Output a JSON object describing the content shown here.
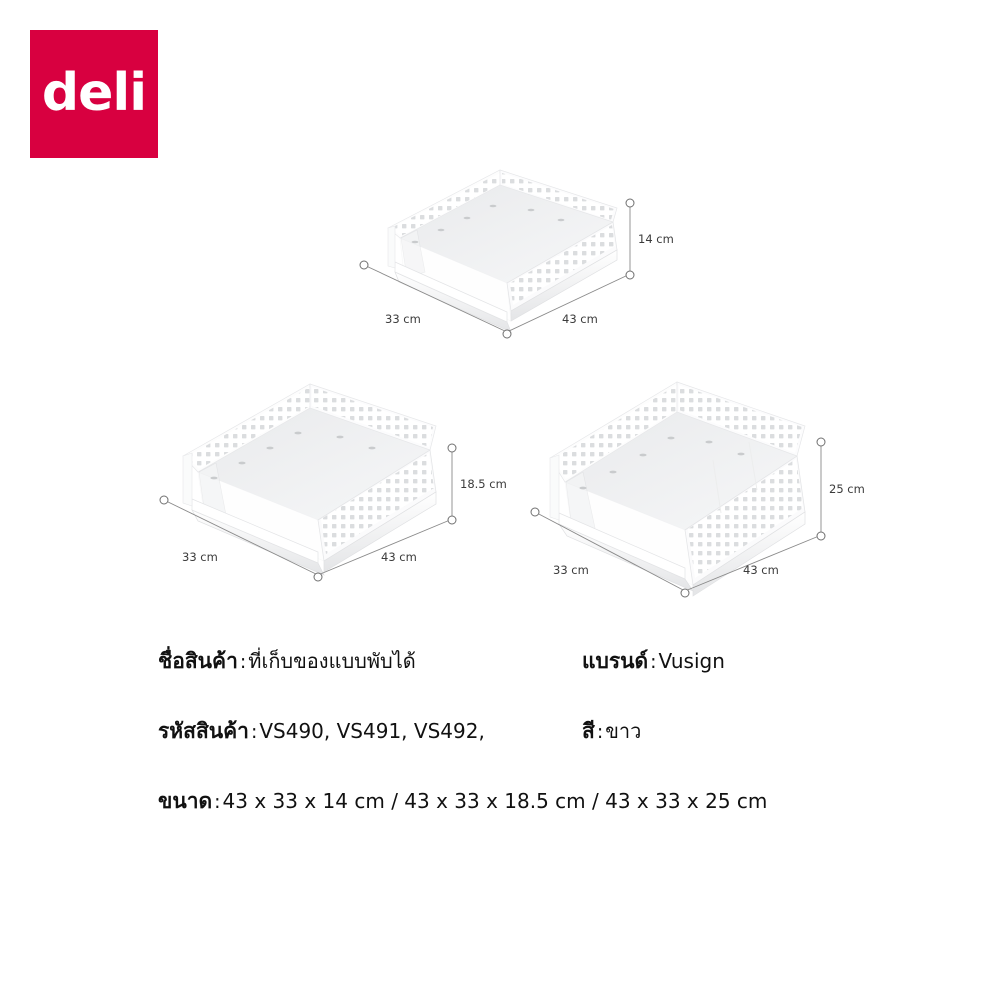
{
  "brand_logo": {
    "wordmark": "deli",
    "box_color": "#D80040",
    "text_color": "#FFFFFF"
  },
  "products": [
    {
      "id": "basket-14cm",
      "height_label": "14 cm",
      "depth_label": "33 cm",
      "width_label": "43 cm"
    },
    {
      "id": "basket-18-5cm",
      "height_label": "18.5 cm",
      "depth_label": "33 cm",
      "width_label": "43 cm"
    },
    {
      "id": "basket-25cm",
      "height_label": "25 cm",
      "depth_label": "33 cm",
      "width_label": "43 cm"
    }
  ],
  "specs": {
    "product_name": {
      "label": "ชื่อสินค้า",
      "sep": ":",
      "value": "ที่เก็บของแบบพับได้"
    },
    "brand": {
      "label": "แบรนด์",
      "sep": ":",
      "value": "Vusign"
    },
    "product_code": {
      "label": "รหัสสินค้า",
      "sep": ":",
      "value": "VS490, VS491, VS492,"
    },
    "color": {
      "label": "สี",
      "sep": ":",
      "value": "ขาว"
    },
    "size": {
      "label": "ขนาด",
      "sep": ":",
      "value": "43 x 33 x 14 cm / 43 x 33 x 18.5 cm / 43 x 33 x 25 cm"
    }
  },
  "colors": {
    "accent": "#D80040",
    "dimension_line": "#8a8a8a",
    "text": "#111111",
    "product_white": "#FFFFFF",
    "product_shade": "#E8E9EA",
    "background": "#FFFFFF"
  }
}
